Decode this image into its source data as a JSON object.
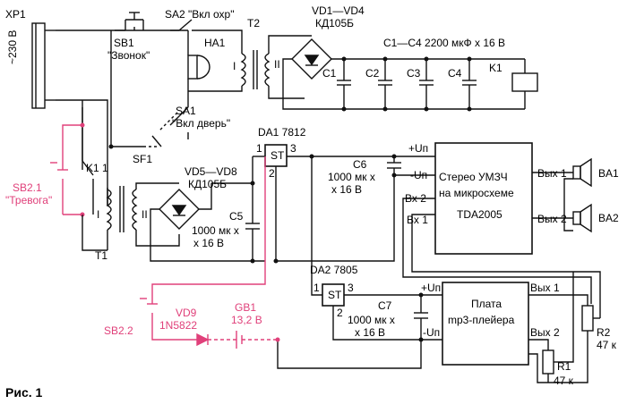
{
  "labels": {
    "xp1": "XP1",
    "mains": "~230 В",
    "sb1": "SB1",
    "sb1_name": "\"Звонок\"",
    "sa2": "SA2 \"Вкл охр\"",
    "ha1": "HA1",
    "t2": "T2",
    "t2_w1": "I",
    "t2_w2": "II",
    "vd1_vd4": "VD1—VD4",
    "vd1_vd4_type": "КД105Б",
    "c1_c4": "C1—C4  2200 мкФ x 16 В",
    "c1": "C1",
    "c2": "C2",
    "c3": "C3",
    "c4": "C4",
    "k1_coil": "K1",
    "sa1": "SA1",
    "sa1_name": "\"Вкл дверь\"",
    "sf1": "SF1",
    "k1_contact": "K1 1",
    "sb21": "SB2.1",
    "sb21_name": "\"Тревога\"",
    "t1": "T1",
    "t1_w1": "I",
    "t1_w2": "II",
    "vd5_vd8": "VD5—VD8",
    "vd5_vd8_type": "КД105Б",
    "c5": "C5",
    "c5_val1": "1000 мк x",
    "c5_val2": "x 16 В",
    "da1": "DA1 7812",
    "da1_st": "ST",
    "da1_p1": "1",
    "da1_p2": "2",
    "da1_p3": "3",
    "c6": "C6",
    "c6_val1": "1000 мк x",
    "c6_val2": "x 16 В",
    "amp_plus": "+Uп",
    "amp_minus": "-Uп",
    "amp_in2": "Вх 2",
    "amp_in1": "Вх 1",
    "amp_out1": "Вых 1",
    "amp_out2": "Вых 2",
    "amp_title1": "Стерео УМЗЧ",
    "amp_title2": "на микросхеме",
    "amp_title3": "TDA2005",
    "ba1": "BA1",
    "ba2": "BA2",
    "da2": "DA2 7805",
    "da2_st": "ST",
    "da2_p1": "1",
    "da2_p2": "2",
    "da2_p3": "3",
    "c7": "C7",
    "c7_val1": "1000 мк x",
    "c7_val2": "x 16 В",
    "mp3_plus": "+Uп",
    "mp3_minus": "-Uп",
    "mp3_out1": "Вых 1",
    "mp3_out2": "Вых 2",
    "mp3_title1": "Плата",
    "mp3_title2": "mp3-плейера",
    "r1": "R1",
    "r1_val": "47 к",
    "r2": "R2",
    "r2_val": "47 к",
    "sb22": "SB2.2",
    "vd9": "VD9",
    "vd9_type": "1N5822",
    "gb1": "GB1",
    "gb1_val": "13,2 В",
    "figure": "Рис. 1"
  },
  "colors": {
    "wire": "#111111",
    "alarm": "#e0407a"
  }
}
